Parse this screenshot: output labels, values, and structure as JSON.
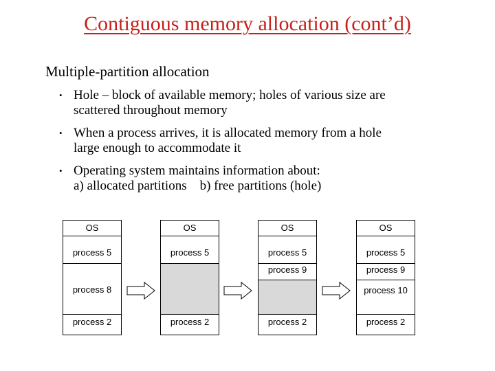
{
  "title": "Contiguous memory allocation (cont’d)",
  "subtitle": "Multiple-partition allocation",
  "bullets": [
    {
      "line1": "Hole – block of available memory; holes of various size are",
      "line2": "scattered throughout memory"
    },
    {
      "line1": "When a process arrives, it is allocated memory from a hole",
      "line2": "large enough to accommodate it"
    },
    {
      "line1": "Operating system maintains information about:",
      "line2": "a) allocated partitions    b) free partitions (hole)"
    }
  ],
  "bullet_glyph": "•",
  "memory": [
    {
      "os": "OS",
      "p5": "process 5",
      "mid": "process 8",
      "p2": "process 2"
    },
    {
      "os": "OS",
      "p5": "process 5",
      "p2": "process 2"
    },
    {
      "os": "OS",
      "p5": "process 5",
      "p9": "process 9",
      "p2": "process 2"
    },
    {
      "os": "OS",
      "p5": "process 5",
      "p9": "process 9",
      "p10": "process 10",
      "p2": "process 2"
    }
  ],
  "colors": {
    "title": "#c4211a",
    "hole": "#d9d9d9"
  },
  "icons": {
    "arrow": "right-arrow-icon"
  }
}
